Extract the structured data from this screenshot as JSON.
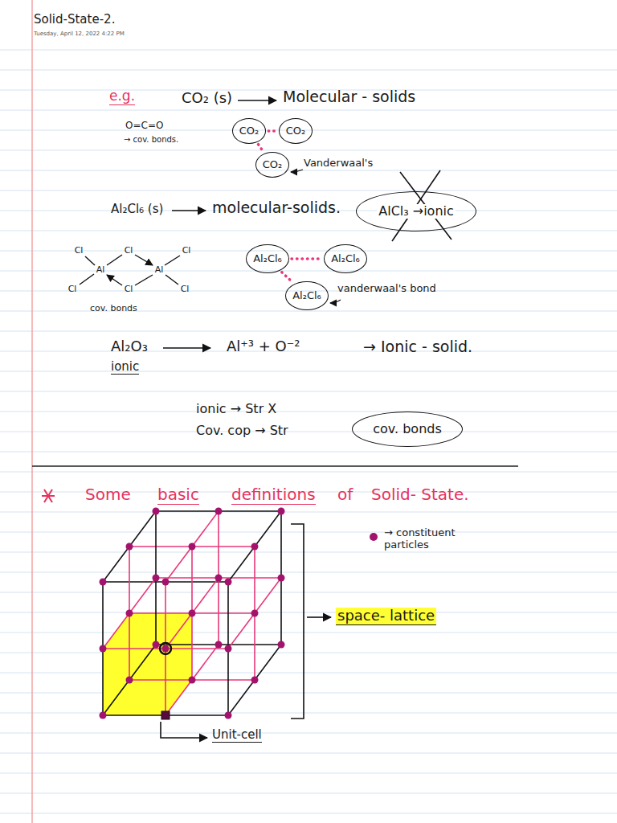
{
  "diagram": {
    "title": "Solid-State-2.",
    "nodes": [
      {
        "text": [
          "CO₂"
        ]
      },
      {
        "text": [
          "CO₂"
        ]
      },
      {
        "text": [
          "CO₂"
        ]
      },
      {
        "text": [
          "AlCl₃ →ionic"
        ]
      },
      {
        "text": [
          "Al₂Cl₆"
        ]
      },
      {
        "text": [
          "Al₂Cl₆"
        ]
      },
      {
        "text": [
          "Al₂Cl₆"
        ]
      },
      {
        "text": [
          "cov. bonds"
        ]
      }
    ],
    "edges": [
      {
        "from": 0,
        "to": 1,
        "arrow": "none"
      },
      {
        "from": 0,
        "to": 2,
        "arrow": "none"
      },
      {
        "from": 4,
        "to": 5,
        "arrow": "none"
      },
      {
        "from": 4,
        "to": 6,
        "arrow": "none"
      }
    ],
    "labels": [
      "Tuesday, April 12, 2022 4:22 PM",
      "e.g.",
      "CO₂ (s)",
      "Molecular - solids",
      "O=C=O",
      "→ cov. bonds.",
      "Vanderwaal's",
      "Al₂Cl₆ (s)",
      "molecular-solids.",
      "Cl",
      "Cl",
      "Cl",
      "Cl",
      "Cl",
      "Cl",
      "Al",
      "Al",
      "cov. bonds",
      "vanderwaal's bond",
      "Al₂O₃",
      "ionic",
      "Al⁺³ + O⁻²",
      "→ Ionic - solid.",
      "ionic → Str X",
      "Cov. cop → Str",
      "Some",
      "basic",
      "definitions",
      "of",
      "Solid- State.",
      "→ constituent particles",
      "space- lattice",
      "Unit-cell"
    ]
  }
}
